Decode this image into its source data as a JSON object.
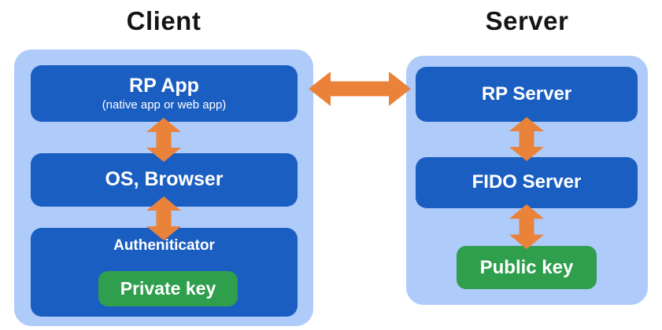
{
  "colors": {
    "container_blue": "#AECBFA",
    "box_blue": "#1B5EC2",
    "key_green": "#2F9E4D",
    "arrow_orange": "#EA8239",
    "title_black": "#141414",
    "text_white": "#FFFFFF"
  },
  "client": {
    "title": "Client",
    "rp_app": {
      "label": "RP App",
      "sublabel": "(native app or web app)"
    },
    "os_browser": {
      "label": "OS, Browser"
    },
    "authenticator": {
      "label": "Autheniticator",
      "key_label": "Private key"
    }
  },
  "server": {
    "title": "Server",
    "rp_server": {
      "label": "RP Server"
    },
    "fido_server": {
      "label": "FIDO Server"
    },
    "public_key": {
      "label": "Public key"
    }
  },
  "icons": {
    "client_server_link": "bidirectional-arrow-icon",
    "layer_link": "bidirectional-arrow-icon"
  }
}
